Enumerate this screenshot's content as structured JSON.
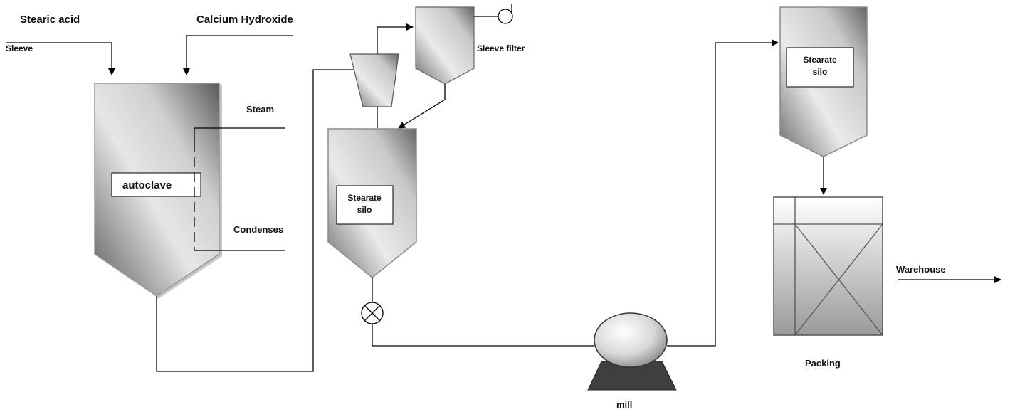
{
  "labels": {
    "stearic_acid": "Stearic acid",
    "sleeve": "Sleeve",
    "calcium_hydroxide": "Calcium Hydroxide",
    "steam": "Steam",
    "condenses": "Condenses",
    "autoclave": "autoclave",
    "sleeve_filter": "Sleeve filter",
    "silo_1_line1": "Stearate",
    "silo_1_line2": "silo",
    "silo_2_line1": "Stearate",
    "silo_2_line2": "silo",
    "mill": "mill",
    "packing": "Packing",
    "warehouse": "Warehouse"
  },
  "colors": {
    "vessel_light": "#efefef",
    "vessel_dark": "#5a5a5a",
    "mill_base": "#3c3c3c",
    "line": "#000000"
  },
  "icons": {
    "fan": "fan-icon",
    "rotary_valve": "rotary-valve-icon"
  }
}
